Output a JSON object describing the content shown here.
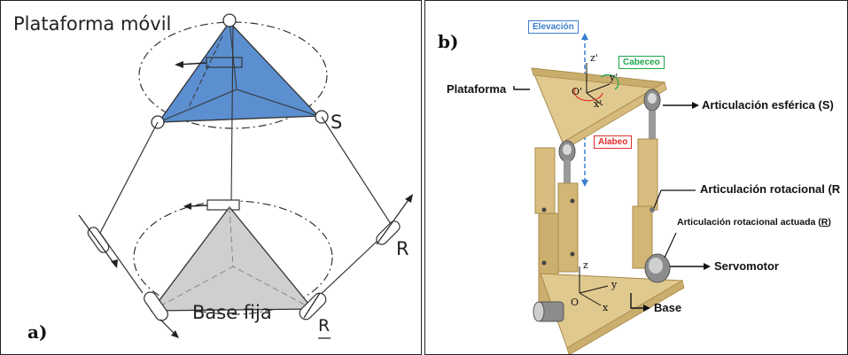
{
  "panel_a": {
    "letter": "a)",
    "platform_label": "Plataforma móvil",
    "joint_s": "S",
    "joint_r": "R",
    "base_label": "Base fija",
    "joint_r_actuated": "R"
  },
  "panel_b": {
    "letter": "b)",
    "elevation": "Elevación",
    "pitch": "Cabeceo",
    "roll": "Alabeo",
    "platform": "Plataforma",
    "spherical_joint": "Articulación esférica (S)",
    "rotational_joint": "Articulación rotacional (R",
    "actuated_joint_prefix": "Articulación rotacional actuada (",
    "actuated_joint_letter": "R",
    "actuated_joint_suffix": ")",
    "servomotor": "Servomotor",
    "base": "Base",
    "top_axes": {
      "z": "z'",
      "y": "y'",
      "x": "x'",
      "origin": "O'"
    },
    "base_axes": {
      "z": "z",
      "y": "y",
      "x": "x",
      "origin": "O"
    }
  },
  "colors": {
    "platform_fill": "#5b8fd0",
    "base_fill": "#cfcfcf",
    "wood": "#e0c98f",
    "elevation": "#3a7fd0",
    "pitch": "#1fa64a",
    "roll": "#e0302a"
  }
}
